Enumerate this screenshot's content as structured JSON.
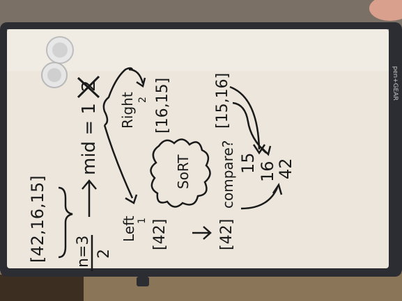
{
  "board": {
    "brand": "pen+GEAR",
    "colors": {
      "frame": "#2b2d33",
      "surface": "#ece6dc",
      "ink": "#1a1a1a",
      "carpet": "#6e655c",
      "wall": "#c9b79c"
    },
    "handwriting": {
      "input_array": "[42,16,15]",
      "n_label": "n=3",
      "half_label": "2",
      "mid_label": "mid = 1",
      "crossed_value": "2",
      "left_label": "Left",
      "left_count": "1",
      "left_array": "[42]",
      "left_sorted": "[42]",
      "right_label": "Right",
      "right_count": "2",
      "right_array": "[16,15]",
      "sort_label": "SoRT",
      "sorted_right": "[15,16]",
      "compare_label": "compare?",
      "merged_1": "15",
      "merged_2": "16",
      "merged_3": "42"
    }
  }
}
